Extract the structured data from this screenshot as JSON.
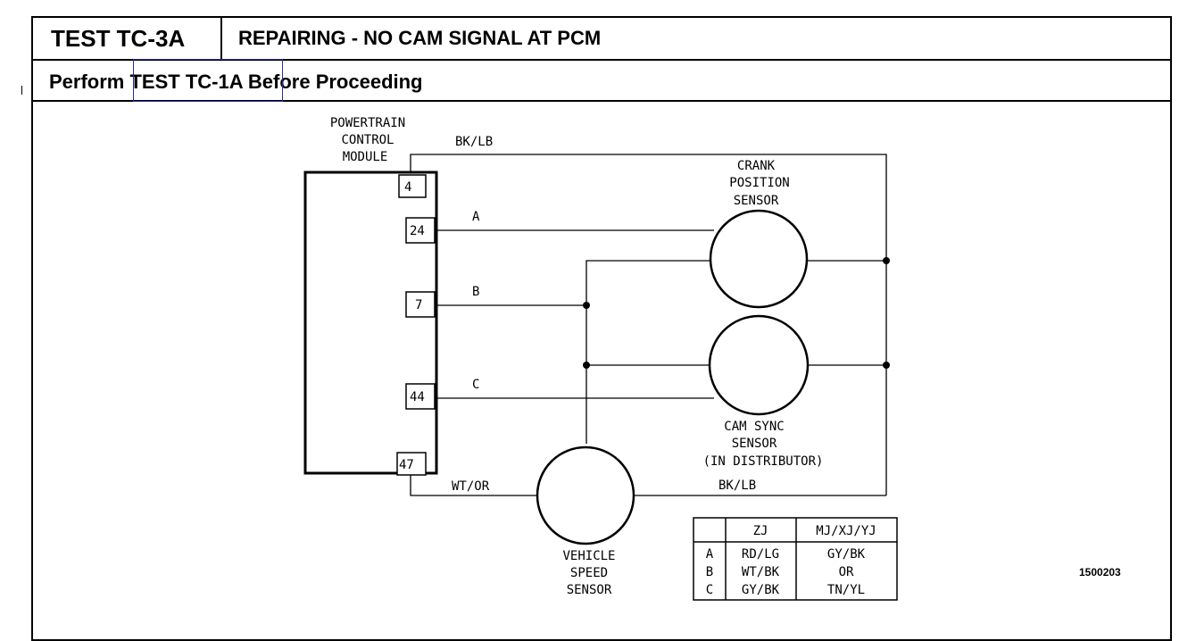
{
  "header": {
    "test_id": "TEST TC-3A",
    "title": "REPAIRING - NO CAM SIGNAL AT PCM"
  },
  "subheader": {
    "prefix": "Perform ",
    "link": "TEST TC-1A",
    "suffix": " Before Proceeding"
  },
  "diagram": {
    "pcm_label": [
      "POWERTRAIN",
      "CONTROL",
      "MODULE"
    ],
    "pins": [
      "4",
      "24",
      "7",
      "44",
      "47"
    ],
    "wires": {
      "top": "BK/LB",
      "a": "A",
      "b": "B",
      "c": "C",
      "vss_left": "WT/OR",
      "vss_right": "BK/LB"
    },
    "crank_label": [
      "CRANK",
      "POSITION",
      "SENSOR"
    ],
    "cam_label": [
      "CAM SYNC",
      "SENSOR",
      "(IN DISTRIBUTOR)"
    ],
    "vss_label": [
      "VEHICLE",
      "SPEED",
      "SENSOR"
    ],
    "figure_number": "1500203"
  },
  "color_table": {
    "headers": [
      "",
      "ZJ",
      "MJ/XJ/YJ"
    ],
    "rows": [
      [
        "A",
        "RD/LG",
        "GY/BK"
      ],
      [
        "B",
        "WT/BK",
        "OR"
      ],
      [
        "C",
        "GY/BK",
        "TN/YL"
      ]
    ]
  }
}
